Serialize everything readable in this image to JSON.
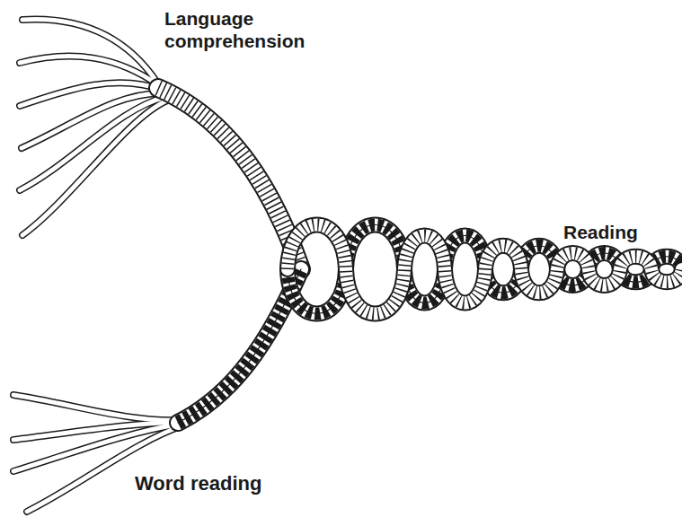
{
  "diagram": {
    "labels": [
      "Language comprehension",
      "Word reading",
      "Reading"
    ]
  }
}
